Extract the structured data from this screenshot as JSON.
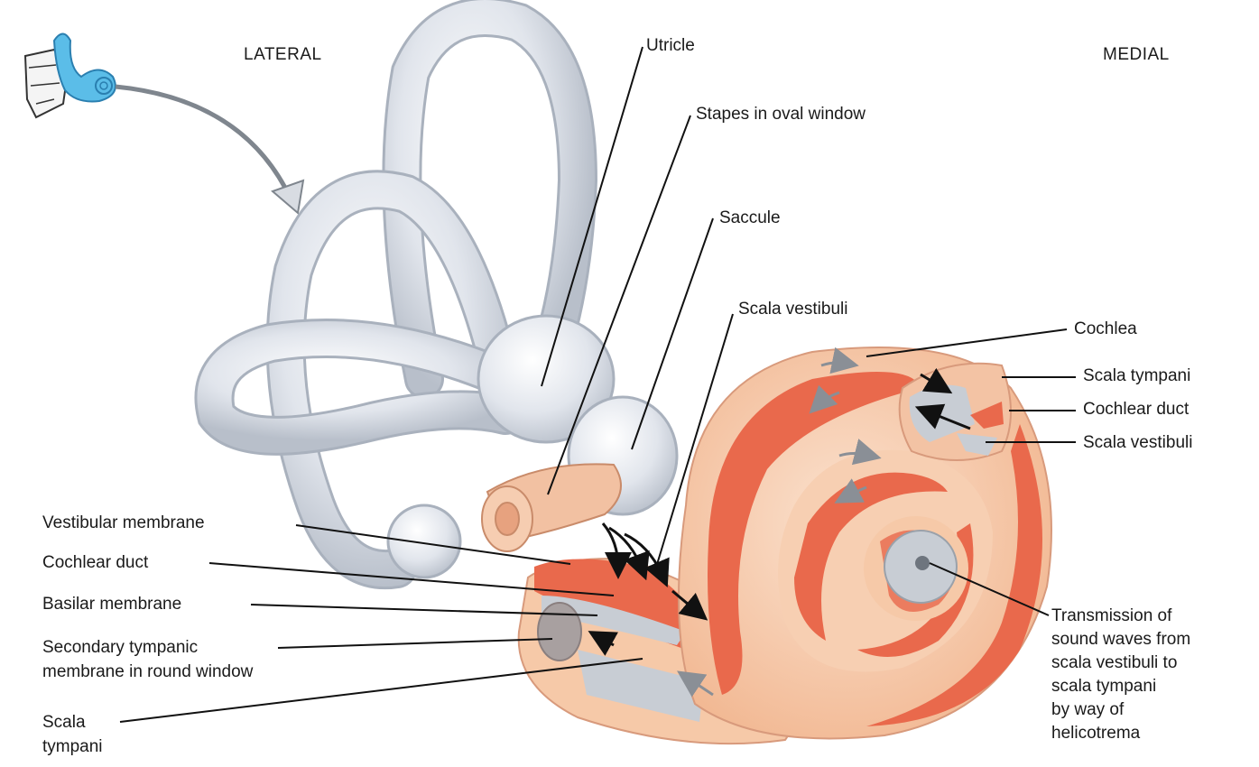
{
  "orientation": {
    "left": "LATERAL",
    "right": "MEDIAL"
  },
  "labels": {
    "utricle": "Utricle",
    "stapes": "Stapes in oval window",
    "saccule": "Saccule",
    "scala_vestibuli_top": "Scala vestibuli",
    "cochlea": "Cochlea",
    "scala_tympani_right": "Scala tympani",
    "cochlear_duct_right": "Cochlear duct",
    "scala_vestibuli_right": "Scala vestibuli",
    "vestibular_membrane": "Vestibular membrane",
    "cochlear_duct_left": "Cochlear duct",
    "basilar_membrane": "Basilar membrane",
    "secondary_tympanic_1": "Secondary tympanic",
    "secondary_tympanic_2": "membrane in round window",
    "scala_tympani_left_1": "Scala",
    "scala_tympani_left_2": "tympani",
    "transmission_1": "Transmission of",
    "transmission_2": "sound waves from",
    "transmission_3": "scala vestibuli to",
    "transmission_4": "scala tympani",
    "transmission_5": "by way of",
    "transmission_6": "helicotrema"
  },
  "colors": {
    "bony_labyrinth": "#dfe3ea",
    "bony_outline": "#a9b1bd",
    "cochlea_base": "#f6c9a8",
    "cochlea_stripe": "#e9694c",
    "duct_grey": "#c8cdd4",
    "ear_icon": "#5bbde8"
  }
}
